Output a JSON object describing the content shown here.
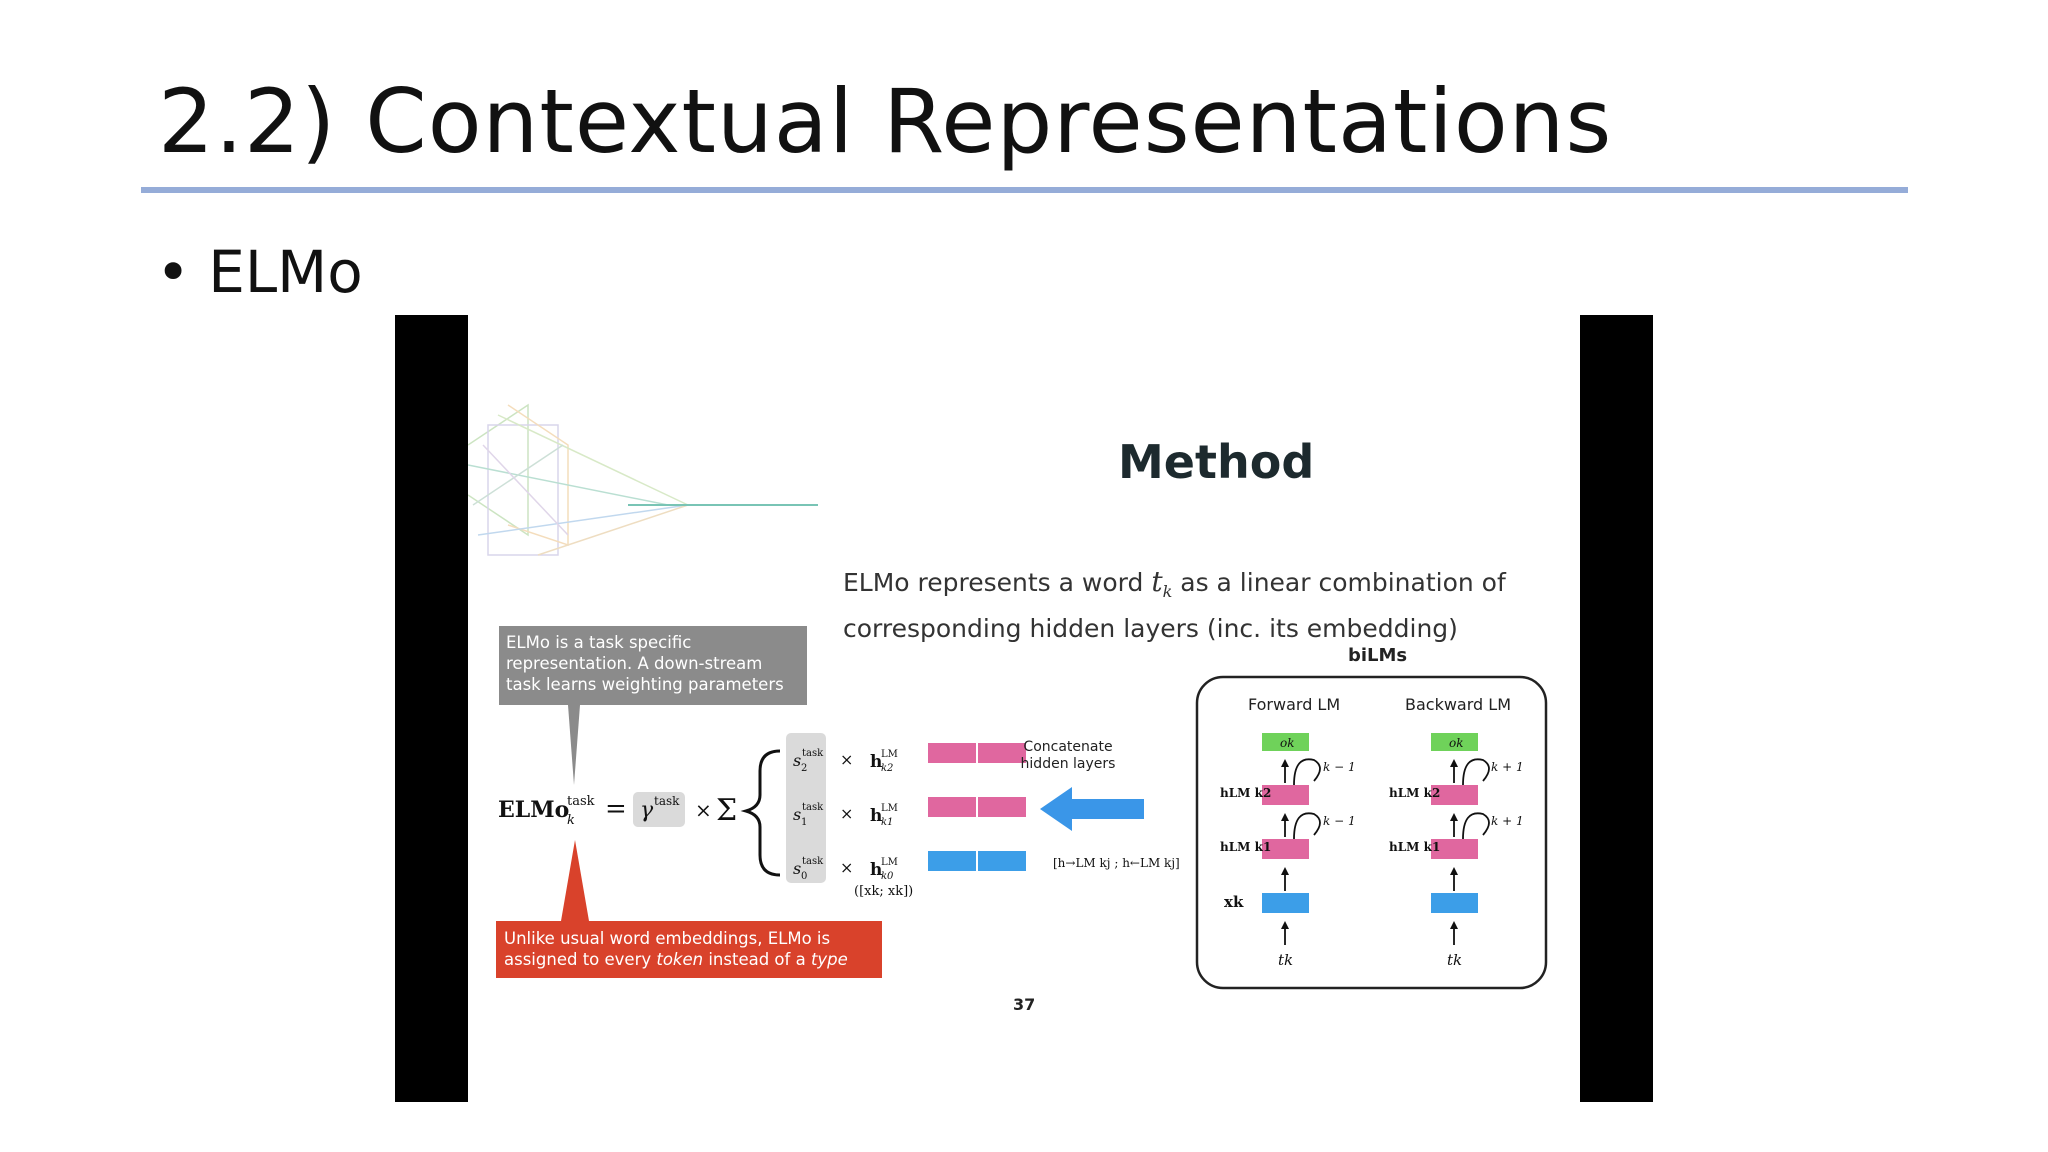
{
  "slide": {
    "title": "2.2) Contextual Representations",
    "bullet": "ELMo",
    "bullet_marker": "•"
  },
  "colors": {
    "title_rule": "#95acd8",
    "pink": "#e0679f",
    "blue": "#3c9ee8",
    "green": "#6fd25a",
    "arrow_blue": "#3a96e8",
    "callout_red": "#d9422b",
    "callout_gray": "#8b8b8b"
  },
  "embedded_slide": {
    "title": "Method",
    "description_line1_pre": "ELMo represents a word ",
    "description_var": "t",
    "description_var_sub": "k",
    "description_line1_post": " as a linear combination of",
    "description_line2": "corresponding hidden layers (inc. its embedding)",
    "callout_gray_lines": [
      "ELMo is a task specific",
      "representation. A down-stream",
      "task learns weighting parameters"
    ],
    "callout_red_line1": "Unlike usual word embeddings, ELMo is",
    "callout_red_line2_pre": "assigned to every ",
    "callout_red_token": "token",
    "callout_red_line2_mid": " instead of a ",
    "callout_red_type": "type",
    "formula": {
      "lhs": "ELMo",
      "lhs_sup": "task",
      "lhs_sub": "k",
      "equals": "=",
      "gamma": "γ",
      "gamma_sup": "task",
      "times": "×",
      "sigma": "Σ"
    },
    "weights": [
      {
        "s": "s",
        "sup": "task",
        "sub": "2",
        "h": "h",
        "h_sup": "LM",
        "h_sub": "k2"
      },
      {
        "s": "s",
        "sup": "task",
        "sub": "1",
        "h": "h",
        "h_sup": "LM",
        "h_sub": "k1"
      },
      {
        "s": "s",
        "sup": "task",
        "sub": "0",
        "h": "h",
        "h_sup": "LM",
        "h_sub": "k0"
      }
    ],
    "x_concat_label": "([x",
    "x_concat_label_full": "([xk; xk])",
    "concat_label_lines": [
      "Concatenate",
      "hidden layers"
    ],
    "concat_vec_label": "[h→LM kj ; h←LM kj]",
    "bilms_label": "biLMs",
    "forward_lm_label": "Forward LM",
    "backward_lm_label": "Backward LM",
    "forward_labels": {
      "o": "ok",
      "step": "k − 1",
      "h2": "hLM k2",
      "h1": "hLM k1",
      "x": "xk",
      "t": "tk"
    },
    "backward_labels": {
      "o": "ok",
      "step": "k + 1",
      "h2": "hLM k2",
      "h1": "hLM k1",
      "t": "tk"
    },
    "page_number": "37"
  }
}
